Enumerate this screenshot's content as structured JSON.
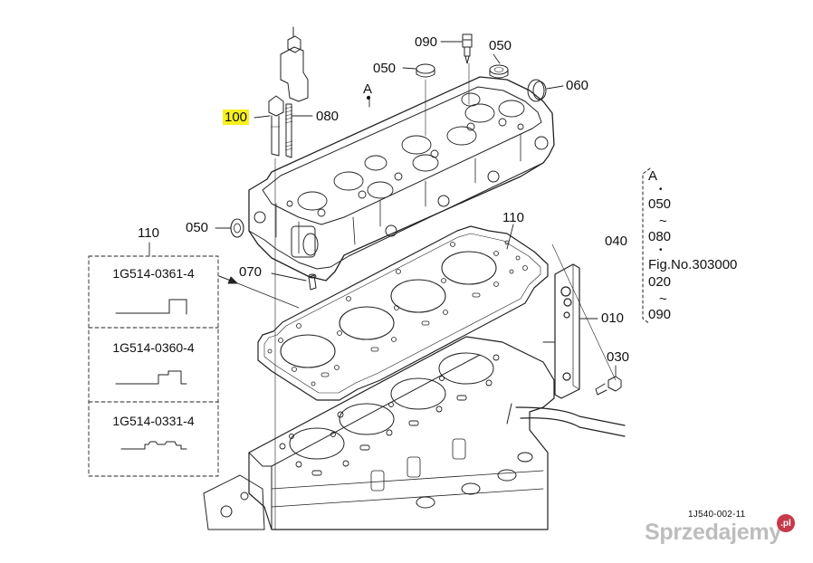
{
  "callouts": {
    "p090": "090",
    "p050_top_right": "050",
    "p050_top_mid": "050",
    "p060": "060",
    "pA": "A",
    "p100": "100",
    "p080": "080",
    "p050_left": "050",
    "p110_left": "110",
    "p110_mid": "110",
    "p070": "070",
    "p010": "010",
    "p030": "030",
    "p040": "040"
  },
  "gasket_options": [
    {
      "part_number": "1G514-0361-4"
    },
    {
      "part_number": "1G514-0360-4"
    },
    {
      "part_number": "1G514-0331-4"
    }
  ],
  "bracket_list": {
    "items": [
      "A",
      "•",
      "050",
      "~",
      "080",
      "•",
      "Fig.No.303000",
      "020",
      "~",
      "090"
    ]
  },
  "figure_code": "1J540-002-11",
  "watermark": {
    "text": "Sprzedajemy",
    "badge": ".pl"
  },
  "colors": {
    "ink": "#111111",
    "highlight": "#f7f01f",
    "watermark": "#bdbdbd",
    "badge": "#c73a4a"
  }
}
